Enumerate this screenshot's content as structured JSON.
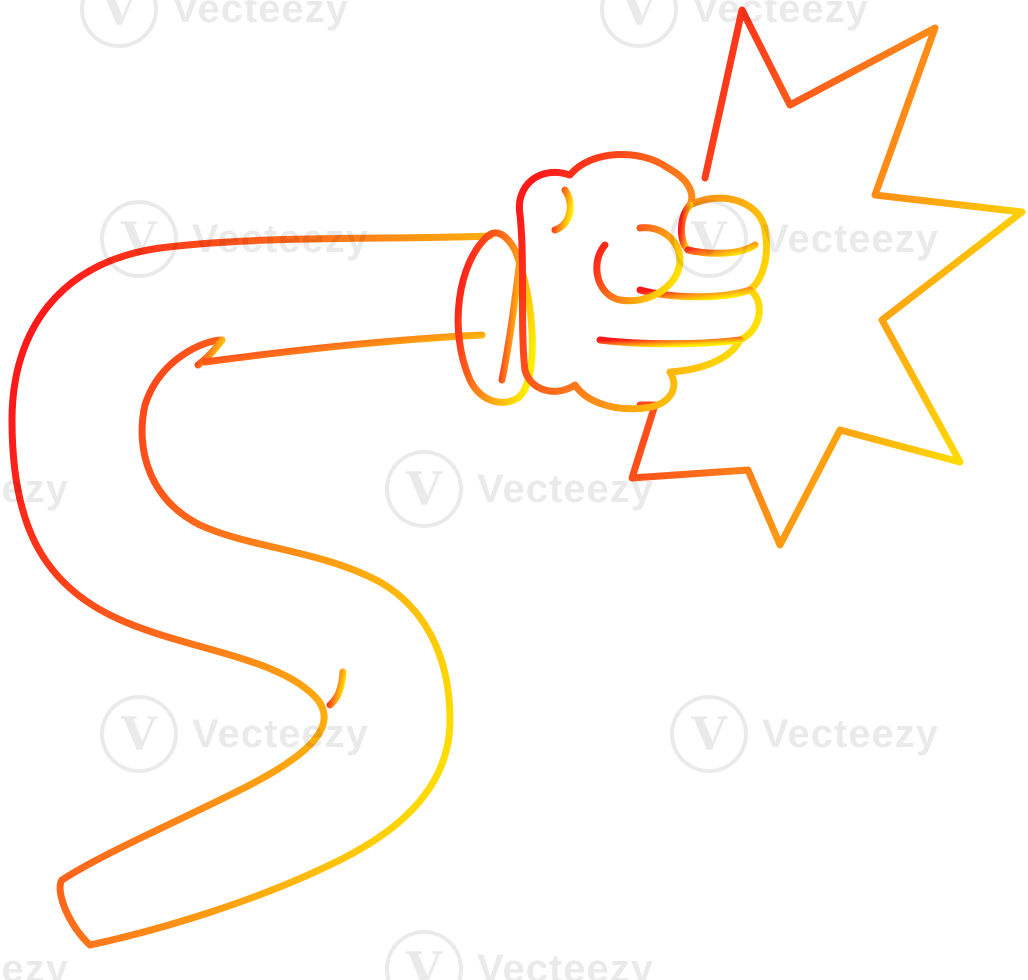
{
  "illustration": {
    "subject": "cartoon arm punching with impact burst",
    "colors": {
      "gradient_start": "#ff1a1a",
      "gradient_mid": "#ff7a1a",
      "gradient_end": "#ffee00",
      "background": "#ffffff"
    }
  },
  "watermark": {
    "brand": "Vecteezy",
    "logo_glyph": "V",
    "tiles": [
      {
        "text": "Vecteezy"
      },
      {
        "text": "Vecteezy"
      },
      {
        "text": "Vecteezy"
      },
      {
        "text": "Vecteezy"
      },
      {
        "text": "Vecteezy"
      },
      {
        "text": "Vecteezy"
      },
      {
        "text": "Vecteezy"
      },
      {
        "text": "Vecteezy"
      },
      {
        "text": "Vecteezy"
      },
      {
        "text": "Vecteezy"
      }
    ]
  }
}
